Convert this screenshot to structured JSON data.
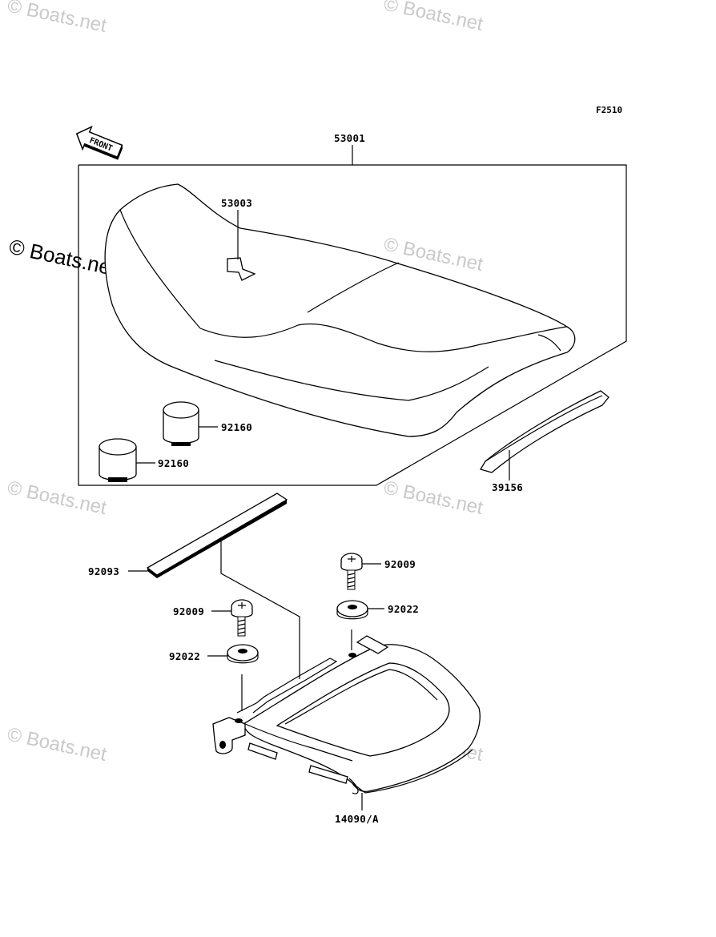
{
  "figure_code": "F2510",
  "front_label": "FRONT",
  "watermark": "© Boats.net",
  "labels": {
    "seat_assembly": "53001",
    "seat_tag": "53003",
    "damper_upper": "92160",
    "damper_lower": "92160",
    "trim_strip": "39156",
    "band": "92093",
    "bolt_right": "92009",
    "washer_right": "92022",
    "bolt_left": "92009",
    "washer_left": "92022",
    "seat_base": "14090/A"
  }
}
